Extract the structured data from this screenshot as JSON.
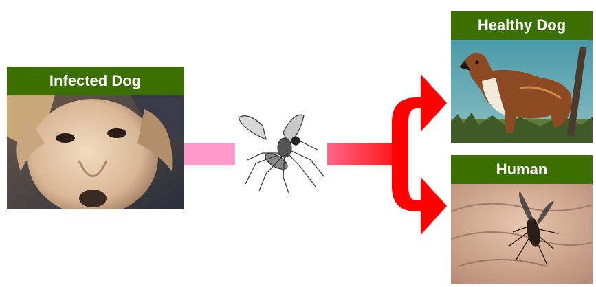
{
  "diagram": {
    "source": {
      "label": "Infected Dog",
      "image_icon": "sick-dog-photo"
    },
    "vector": {
      "image_icon": "sand-fly-illustration"
    },
    "targets": [
      {
        "label": "Healthy Dog",
        "image_icon": "collie-dog-photo"
      },
      {
        "label": "Human",
        "image_icon": "sand-fly-on-skin-photo"
      }
    ],
    "colors": {
      "label_bg": "#3b6f00",
      "label_text": "#ffffff",
      "connector_pink": "#ff99cc",
      "connector_red": "#ff1111"
    }
  }
}
